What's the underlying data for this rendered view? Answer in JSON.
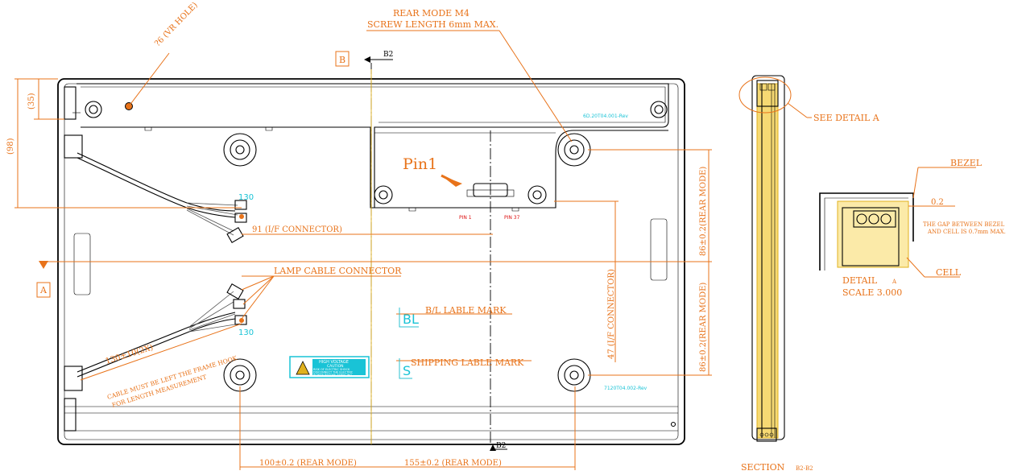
{
  "labels": {
    "rear_mode_title": "REAR MODE M4",
    "screw_length": "SCREW LENGTH 6mm MAX.",
    "vr_hole": "?6 (VR HOLE)",
    "section_marker_b": "B",
    "b2_top": "B2",
    "b2_bottom": "B2",
    "section_marker_a": "A",
    "dim_35": "(35)",
    "dim_98": "(98)",
    "pin1": "Pin1",
    "pin_1_small": "PIN 1",
    "pin_37_small": "PIN 37",
    "ref_top": "6D.20T04.001-Rev",
    "ref_bottom": "7120T04.002-Rev",
    "cable_len_130_top": "130",
    "cable_len_130_bottom": "130",
    "if_connector_91": "91 (I/F CONNECTOR)",
    "lamp_cable_connector": "LAMP CABLE CONNECTOR",
    "bl_mark_icon": "BL",
    "bl_label_mark": "B/L LABLE MARK",
    "ship_mark_icon": "S",
    "shipping_label_mark": "SHIPPING LABLE MARK",
    "dim_130_2x": "130±10(2X)",
    "cable_note_1": "CABLE MUST BE LEFT THE FRAME HOOK",
    "cable_note_2": "FOR LENGTH MEASUREMENT",
    "hv_line_1": "HIGH VOLTAGE",
    "hv_line_2": "CAUTION",
    "hv_line_3": "RISK OF ELECTRIC SHOCK",
    "hv_line_4": "DISCONNECT THE ELECTRIC",
    "hv_line_5": "POWER BEFORE SERVICING",
    "dim_100": "100±0.2 (REAR MODE)",
    "dim_155": "155±0.2 (REAR MODE)",
    "dim_86_top": "86±0.2(REAR MODE)",
    "dim_86_bottom": "86±0.2(REAR MODE)",
    "dim_47": "47 (I/F CONNECTOR)",
    "see_detail": "SEE DETAIL  A",
    "section_title": "SECTION",
    "section_ref": "B2-B2",
    "bezel": "BEZEL",
    "gap_value": "0.2",
    "gap_note_1": "THE GAP BETWEEN BEZEL",
    "gap_note_2": "AND CELL IS 0.7mm MAX.",
    "cell": "CELL",
    "detail_title": "DETAIL",
    "detail_ref": "A",
    "scale_label": "SCALE   3.000"
  },
  "colors": {
    "annotation": "#e8731a",
    "outline": "#000000",
    "cable_tag": "#19c3d6",
    "section_fill": "#e0b11e"
  }
}
